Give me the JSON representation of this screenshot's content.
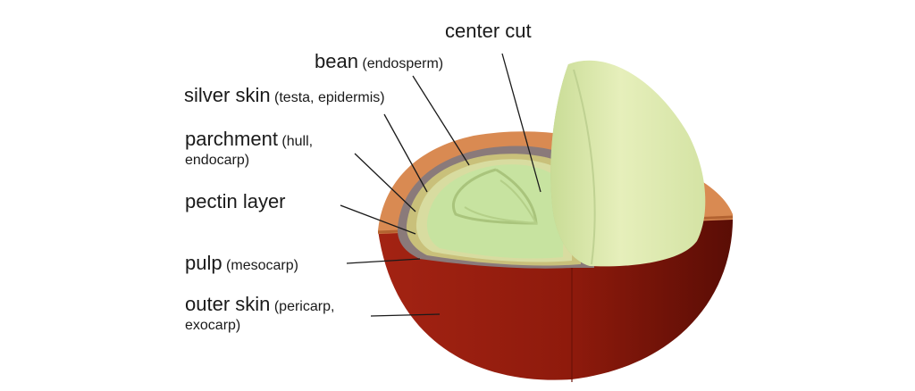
{
  "labels": {
    "center_cut": {
      "main": "center cut"
    },
    "bean": {
      "main": "bean",
      "detail": "(endosperm)"
    },
    "silver_skin": {
      "main": "silver skin",
      "detail": "(testa, epidermis)"
    },
    "parchment": {
      "main": "parchment",
      "detail": "(hull,",
      "detail2": "endocarp)"
    },
    "pectin_layer": {
      "main": "pectin layer"
    },
    "pulp": {
      "main": "pulp",
      "detail": "(mesocarp)"
    },
    "outer_skin": {
      "main": "outer skin",
      "detail": "(pericarp,",
      "detail2": "exocarp)"
    }
  },
  "colors": {
    "outer_skin": "#8e1a0c",
    "outer_skin_dark": "#5c0e05",
    "pulp": "#d98a52",
    "pectin": "#8a7a7a",
    "parchment": "#c9c07a",
    "silver_skin": "#d8dca0",
    "bean": "#c7e3a0",
    "bean_light": "#e4efb8",
    "bean_shadow": "#b6c987"
  }
}
